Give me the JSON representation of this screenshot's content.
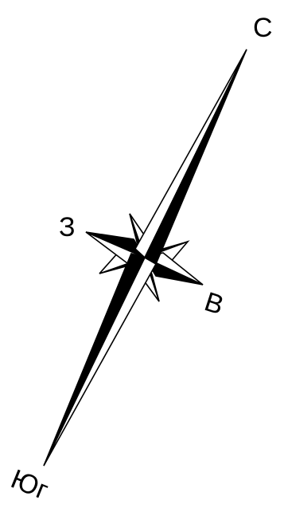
{
  "compass": {
    "labels": {
      "north": "С",
      "west": "З",
      "east": "В",
      "south": "Юг"
    },
    "colors": {
      "fill_dark": "#000000",
      "fill_light": "#ffffff",
      "stroke": "#000000"
    }
  }
}
